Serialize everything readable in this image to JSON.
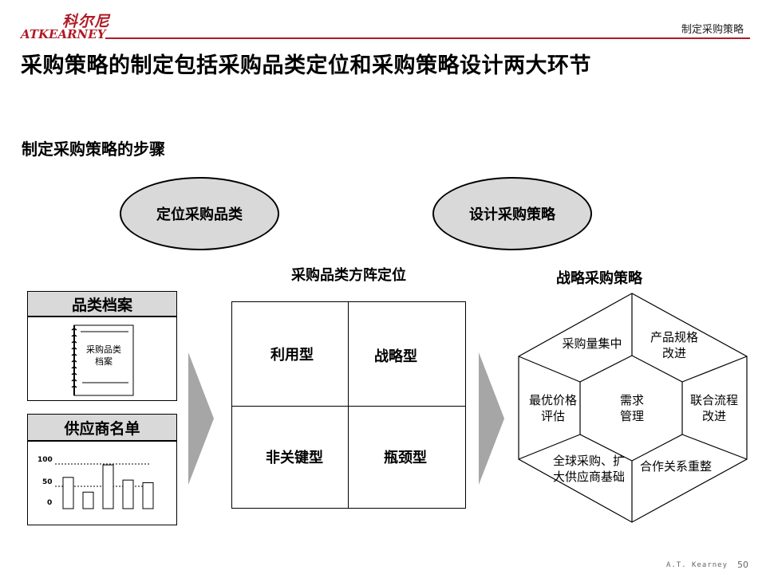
{
  "header": {
    "logo_cn": "科尔尼",
    "logo_en": "ATKEARNEY",
    "section_label": "制定采购策略",
    "brand_color": "#b01a26"
  },
  "title": "采购策略的制定包括采购品类定位和采购策略设计两大环节",
  "subtitle": "制定采购策略的步骤",
  "steps": {
    "step1": "定位采购品类",
    "step2": "设计采购策略"
  },
  "left": {
    "category_profile": {
      "header": "品类档案",
      "doc_label_line1": "采购品类",
      "doc_label_line2": "档案"
    },
    "supplier_list": {
      "header": "供应商名单",
      "ticks": [
        "100",
        "50",
        "0"
      ],
      "bar_values": [
        70,
        37,
        98,
        64,
        58
      ]
    }
  },
  "matrix": {
    "heading": "采购品类方阵定位",
    "cells": {
      "top_left": "利用型",
      "top_right": "战略型",
      "bottom_left": "非关键型",
      "bottom_right": "瓶颈型"
    }
  },
  "hexagon": {
    "heading": "战略采购策略",
    "center_line1": "需求",
    "center_line2": "管理",
    "segments": {
      "top_left": "采购量集中",
      "top_right_line1": "产品规格",
      "top_right_line2": "改进",
      "left_line1": "最优价格",
      "left_line2": "评估",
      "right_line1": "联合流程",
      "right_line2": "改进",
      "bottom_left_line1": "全球采购、扩",
      "bottom_left_line2": "大供应商基础",
      "bottom_right": "合作关系重整"
    }
  },
  "footer": {
    "brand": "A.T. Kearney",
    "page": "50"
  }
}
